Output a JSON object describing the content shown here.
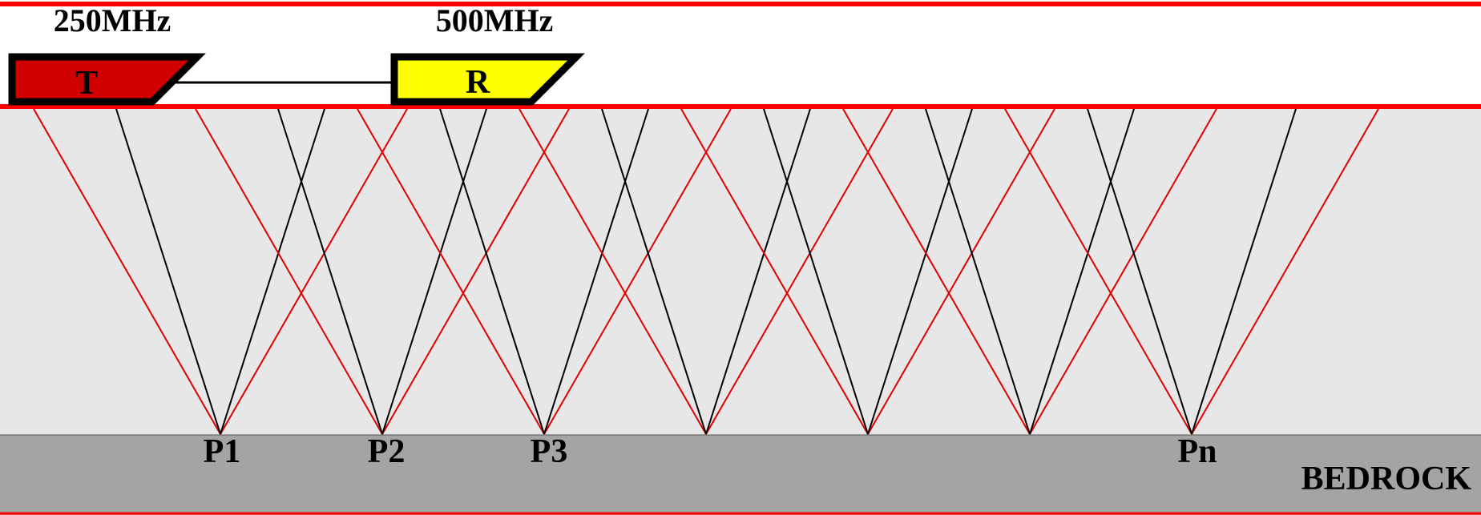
{
  "antennas": {
    "transmitter": {
      "frequency": "250MHz",
      "letter": "T",
      "color": "#d00000"
    },
    "receiver": {
      "frequency": "500MHz",
      "letter": "R",
      "color": "#ffff00"
    }
  },
  "points": [
    {
      "label": "P1"
    },
    {
      "label": "P2"
    },
    {
      "label": "P3"
    },
    {
      "label": ""
    },
    {
      "label": ""
    },
    {
      "label": ""
    },
    {
      "label": "Pn"
    }
  ],
  "bedrock": {
    "label": "BEDROCK"
  },
  "colors": {
    "boundary": "#ff0000",
    "ray_transmitter": "#e00000",
    "ray_receiver": "#000000",
    "medium": "#e7e7e7",
    "bedrock": "#a4a4a4"
  }
}
